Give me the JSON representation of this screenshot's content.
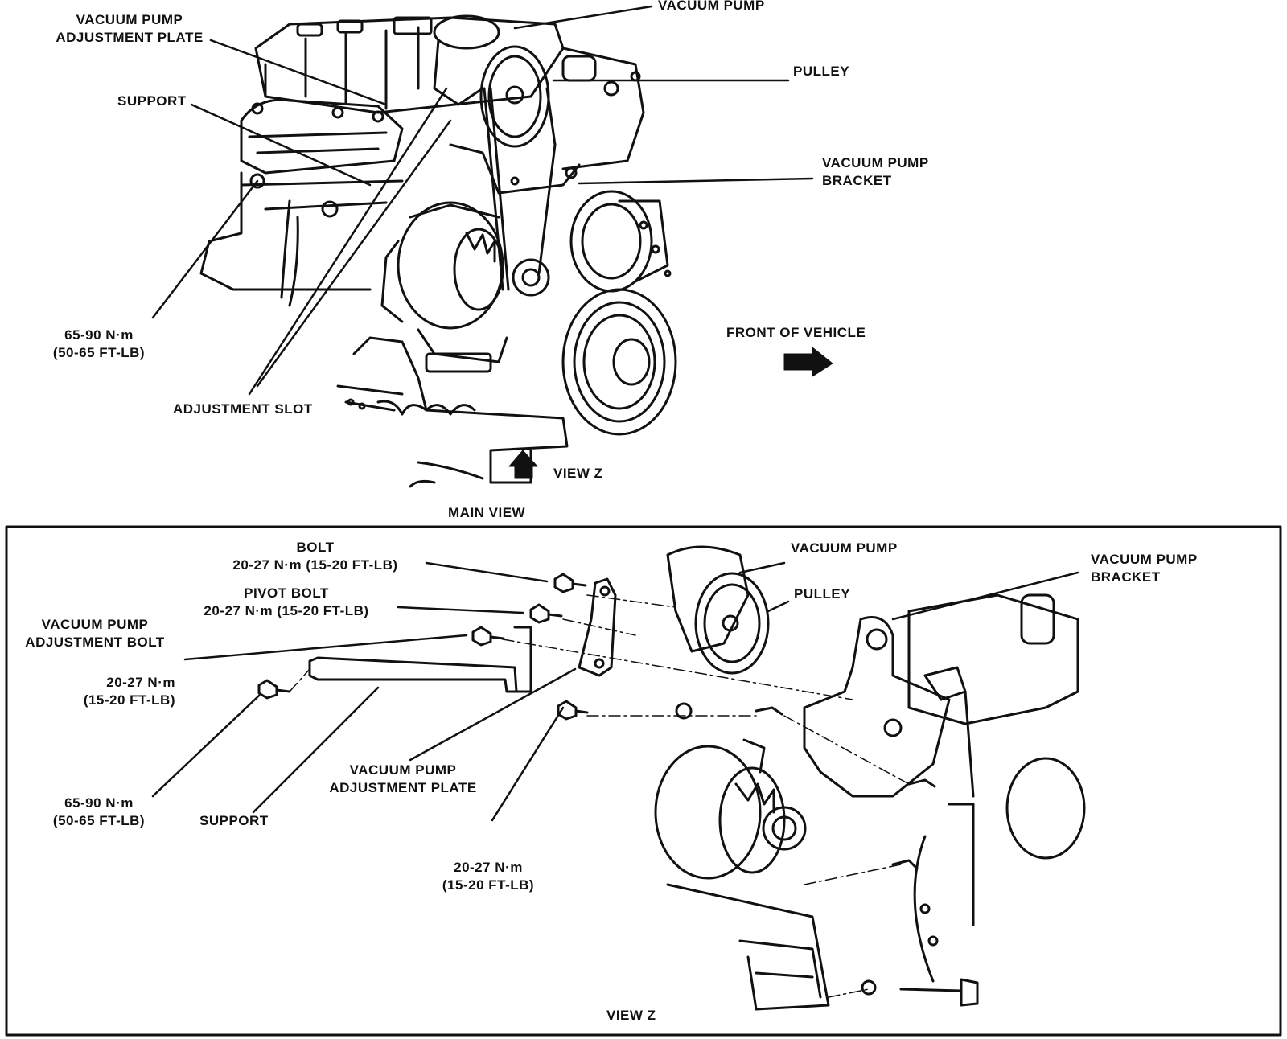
{
  "main_view": {
    "caption": "MAIN VIEW",
    "labels": {
      "vacuum_pump_plate": [
        "VACUUM PUMP",
        "ADJUSTMENT PLATE"
      ],
      "vacuum_pump": "VACUUM PUMP",
      "pulley": "PULLEY",
      "support": "SUPPORT",
      "vacuum_pump_bracket": [
        "VACUUM PUMP",
        "BRACKET"
      ],
      "torque_main": [
        "65-90 N·m",
        "(50-65 FT-LB)"
      ],
      "adjustment_slot": "ADJUSTMENT SLOT",
      "front_of_vehicle": "FRONT OF VEHICLE",
      "view_z_ref": "VIEW Z"
    }
  },
  "view_z": {
    "caption": "VIEW Z",
    "labels": {
      "bolt": [
        "BOLT",
        "20-27 N·m  (15-20 FT-LB)"
      ],
      "pivot_bolt": [
        "PIVOT BOLT",
        "20-27 N·m  (15-20 FT-LB)"
      ],
      "adjustment_bolt": [
        "VACUUM PUMP",
        "ADJUSTMENT BOLT"
      ],
      "torque_a": [
        "20-27 N·m",
        "(15-20 FT-LB)"
      ],
      "vacuum_pump": "VACUUM PUMP",
      "pulley": "PULLEY",
      "vacuum_pump_bracket": [
        "VACUUM PUMP",
        "BRACKET"
      ],
      "torque_b": [
        "65-90 N·m",
        "(50-65 FT-LB)"
      ],
      "support": "SUPPORT",
      "adjustment_plate": [
        "VACUUM PUMP",
        "ADJUSTMENT PLATE"
      ],
      "torque_c": [
        "20-27 N·m",
        "(15-20 FT-LB)"
      ]
    }
  }
}
